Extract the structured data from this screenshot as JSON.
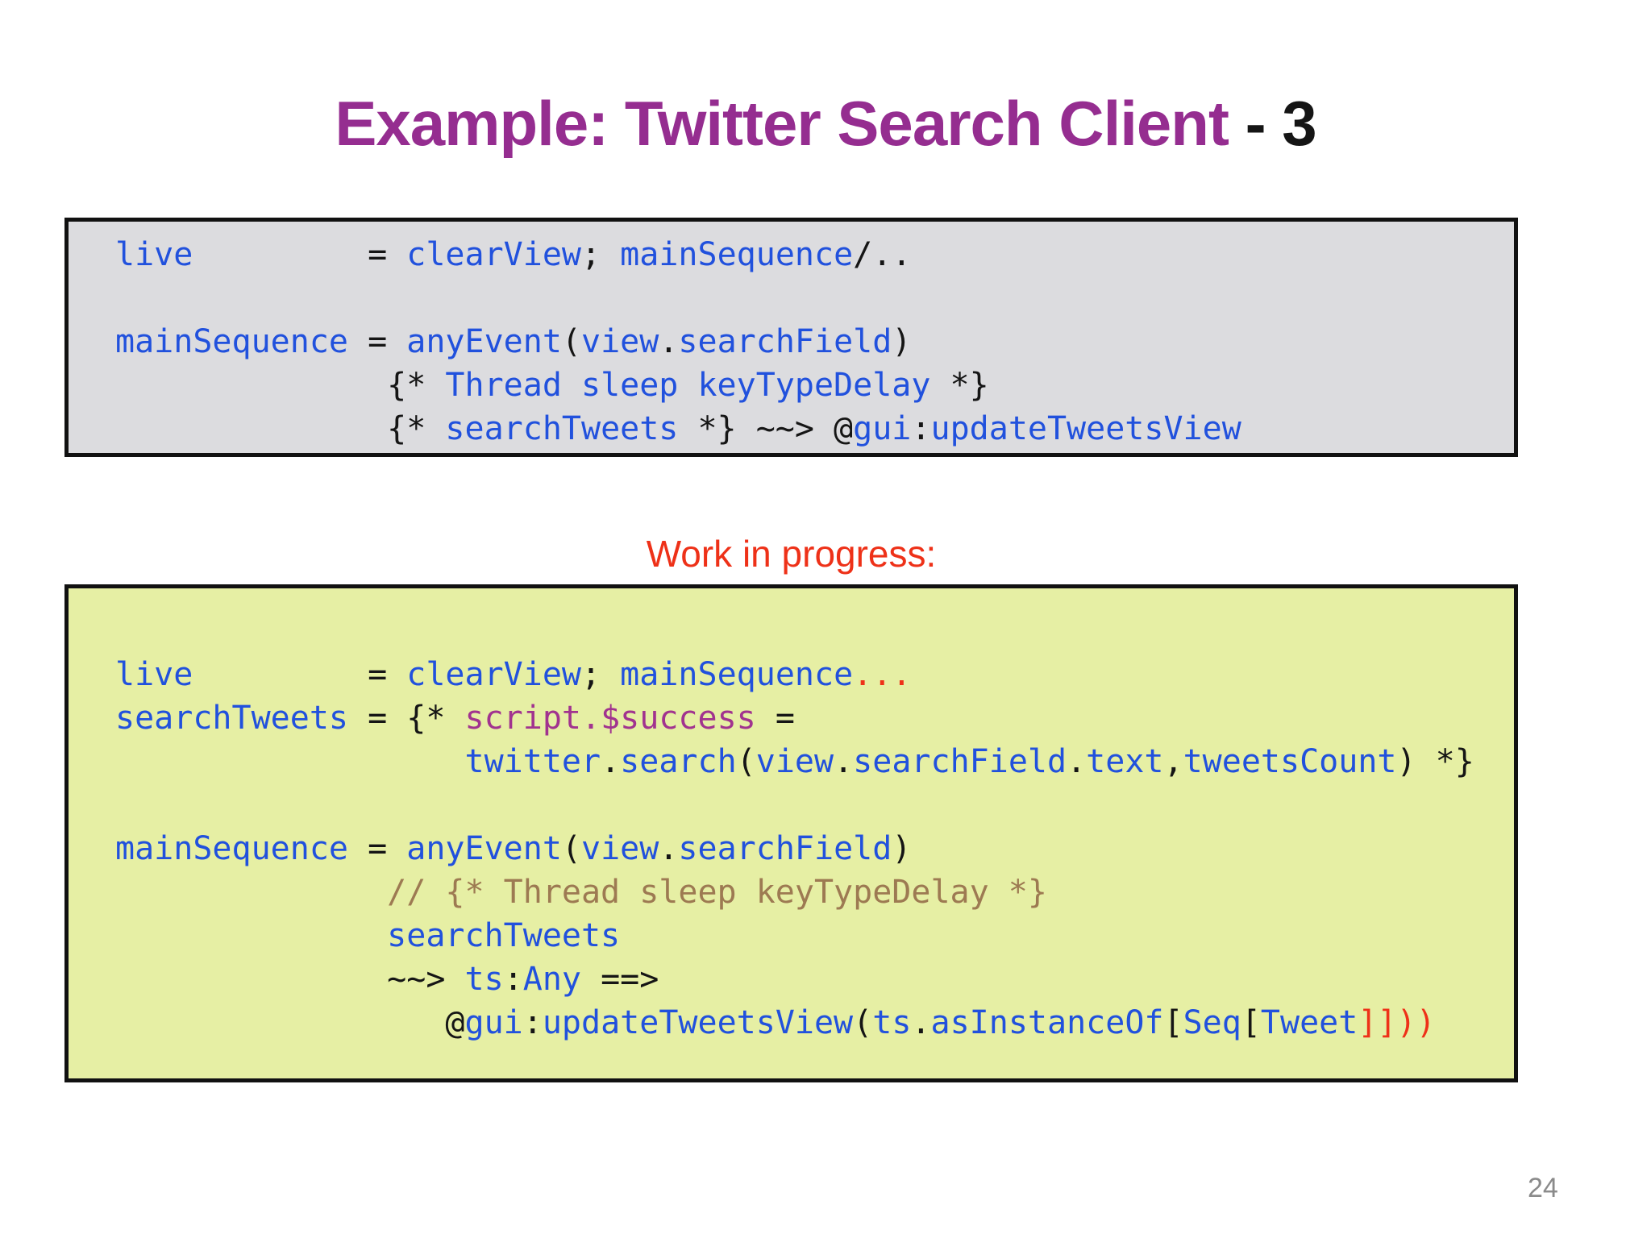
{
  "slide": {
    "title_main": "Example: Twitter Search Client",
    "title_suffix": " - 3",
    "subtitle": "Work in progress:",
    "page_number": "24"
  },
  "colors": {
    "title_purple": "#952d90",
    "subtitle_red": "#ee3118",
    "code_blue": "#2151dd",
    "code_black": "#151515",
    "code_red": "#ee3118",
    "code_purple": "#a1338f",
    "code_comment": "#9d7a52",
    "box1_bg": "#dcdcdf",
    "box2_bg": "#e6efa4",
    "box_border": "#111111",
    "page_number_gray": "#8a8a8a"
  },
  "code_blocks": [
    {
      "name": "current-version",
      "lines": [
        [
          [
            "live         ",
            "blue"
          ],
          [
            "= ",
            "black"
          ],
          [
            "clearView",
            "blue"
          ],
          [
            "; ",
            "black"
          ],
          [
            "mainSequence",
            "blue"
          ],
          [
            "/..",
            "black"
          ]
        ],
        [],
        [
          [
            "mainSequence ",
            "blue"
          ],
          [
            "= ",
            "black"
          ],
          [
            "anyEvent",
            "blue"
          ],
          [
            "(",
            "black"
          ],
          [
            "view",
            "blue"
          ],
          [
            ".",
            "black"
          ],
          [
            "searchField",
            "blue"
          ],
          [
            ")",
            "black"
          ]
        ],
        [
          [
            "              {* ",
            "black"
          ],
          [
            "Thread sleep keyTypeDelay",
            "blue"
          ],
          [
            " *}",
            "black"
          ]
        ],
        [
          [
            "              {* ",
            "black"
          ],
          [
            "searchTweets",
            "blue"
          ],
          [
            " *} ~~> @",
            "black"
          ],
          [
            "gui",
            "blue"
          ],
          [
            ":",
            "black"
          ],
          [
            "updateTweetsView",
            "blue"
          ]
        ]
      ]
    },
    {
      "name": "work-in-progress",
      "lines": [
        [
          [
            "live         ",
            "blue"
          ],
          [
            "= ",
            "black"
          ],
          [
            "clearView",
            "blue"
          ],
          [
            "; ",
            "black"
          ],
          [
            "mainSequence",
            "blue"
          ],
          [
            "...",
            "red"
          ]
        ],
        [
          [
            "searchTweets ",
            "blue"
          ],
          [
            "= {* ",
            "black"
          ],
          [
            "script.$success",
            "purple"
          ],
          [
            " =",
            "black"
          ]
        ],
        [
          [
            "                  ",
            "black"
          ],
          [
            "twitter",
            "blue"
          ],
          [
            ".",
            "black"
          ],
          [
            "search",
            "blue"
          ],
          [
            "(",
            "black"
          ],
          [
            "view",
            "blue"
          ],
          [
            ".",
            "black"
          ],
          [
            "searchField",
            "blue"
          ],
          [
            ".",
            "black"
          ],
          [
            "text",
            "blue"
          ],
          [
            ",",
            "black"
          ],
          [
            "tweetsCount",
            "blue"
          ],
          [
            ") *}",
            "black"
          ]
        ],
        [],
        [
          [
            "mainSequence ",
            "blue"
          ],
          [
            "= ",
            "black"
          ],
          [
            "anyEvent",
            "blue"
          ],
          [
            "(",
            "black"
          ],
          [
            "view",
            "blue"
          ],
          [
            ".",
            "black"
          ],
          [
            "searchField",
            "blue"
          ],
          [
            ")",
            "black"
          ]
        ],
        [
          [
            "              ",
            "black"
          ],
          [
            "// {* Thread sleep keyTypeDelay *}",
            "comment"
          ]
        ],
        [
          [
            "              ",
            "black"
          ],
          [
            "searchTweets",
            "blue"
          ]
        ],
        [
          [
            "              ~~> ",
            "black"
          ],
          [
            "ts",
            "blue"
          ],
          [
            ":",
            "black"
          ],
          [
            "Any",
            "blue"
          ],
          [
            " ==>",
            "black"
          ]
        ],
        [
          [
            "                 @",
            "black"
          ],
          [
            "gui",
            "blue"
          ],
          [
            ":",
            "black"
          ],
          [
            "updateTweetsView",
            "blue"
          ],
          [
            "(",
            "black"
          ],
          [
            "ts",
            "blue"
          ],
          [
            ".",
            "black"
          ],
          [
            "asInstanceOf",
            "blue"
          ],
          [
            "[",
            "black"
          ],
          [
            "Seq",
            "blue"
          ],
          [
            "[",
            "black"
          ],
          [
            "Tweet",
            "blue"
          ],
          [
            "]]))",
            "red"
          ]
        ]
      ]
    }
  ]
}
